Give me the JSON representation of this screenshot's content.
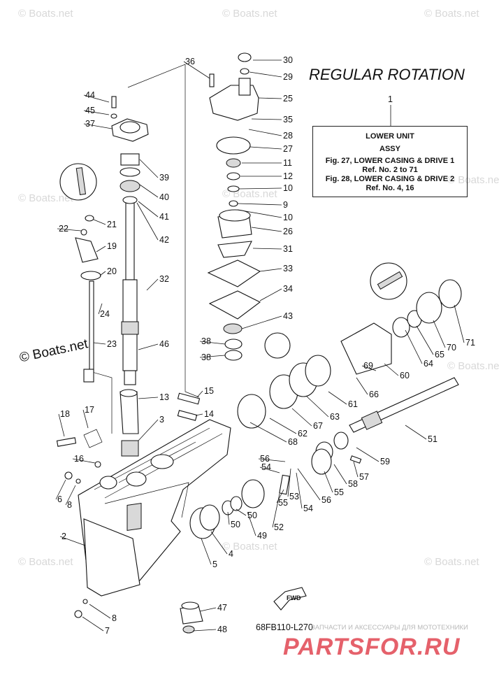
{
  "title": "REGULAR ROTATION",
  "info_box": {
    "line1": "LOWER UNIT",
    "line2": "ASSY",
    "line3": "Fig. 27, LOWER CASING & DRIVE 1",
    "line4": "Ref. No. 2 to 71",
    "line5": "Fig. 28, LOWER CASING & DRIVE 2",
    "line6": "Ref. No. 4, 16",
    "callout": "1"
  },
  "diagram_code": "68FB110-L270",
  "fwd_label": "FWD",
  "watermark": "© Boats.net",
  "shop_logo": "PARTSFOR.RU",
  "shop_tagline": "ЗАПЧАСТИ И АКСЕССУАРЫ ДЛЯ МОТОТЕХНИКИ",
  "callouts": [
    "30",
    "29",
    "25",
    "35",
    "28",
    "27",
    "11",
    "12",
    "10",
    "9",
    "10",
    "26",
    "31",
    "33",
    "34",
    "43",
    "38",
    "38",
    "36",
    "44",
    "45",
    "37",
    "39",
    "40",
    "41",
    "42",
    "21",
    "22",
    "19",
    "20",
    "32",
    "24",
    "23",
    "46",
    "13",
    "3",
    "15",
    "14",
    "18",
    "17",
    "16",
    "6",
    "8",
    "2",
    "5",
    "4",
    "50",
    "50",
    "49",
    "52",
    "54",
    "56",
    "55",
    "53",
    "56",
    "54",
    "55",
    "58",
    "57",
    "59",
    "51",
    "71",
    "70",
    "65",
    "64",
    "69",
    "60",
    "66",
    "61",
    "63",
    "67",
    "62",
    "68",
    "47",
    "8",
    "7",
    "48"
  ]
}
